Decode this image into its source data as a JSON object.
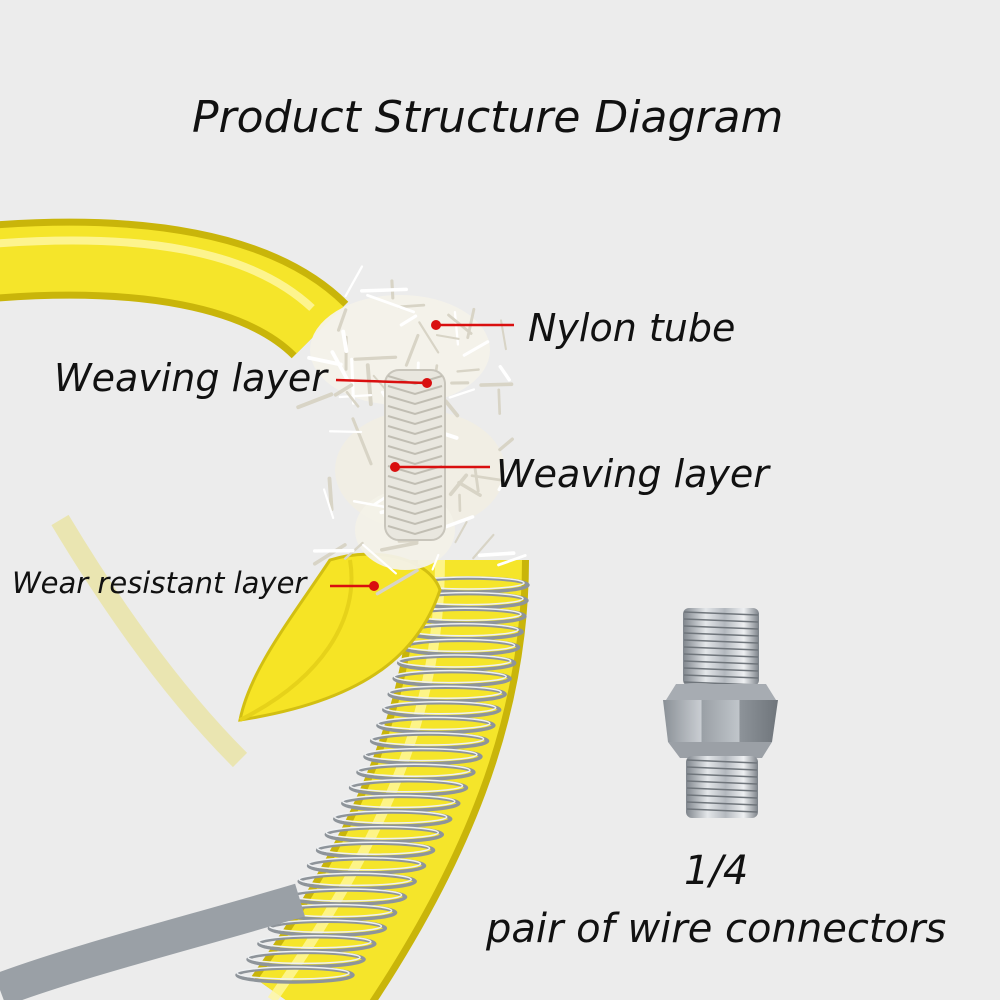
{
  "title": "Product Structure Diagram",
  "labels": {
    "nylon_tube": "Nylon tube",
    "weaving_layer_1": "Weaving layer",
    "weaving_layer_2": "Weaving layer",
    "wear_resistant_layer": "Wear resistant layer"
  },
  "connector": {
    "size": "1/4",
    "caption": "pair of wire connectors"
  },
  "colors": {
    "background": "#ececec",
    "hose_yellow": "#f5e52a",
    "pointer_red": "#d90f0f",
    "metal": "#b8bcc2",
    "fiber": "#f4f2ea"
  }
}
